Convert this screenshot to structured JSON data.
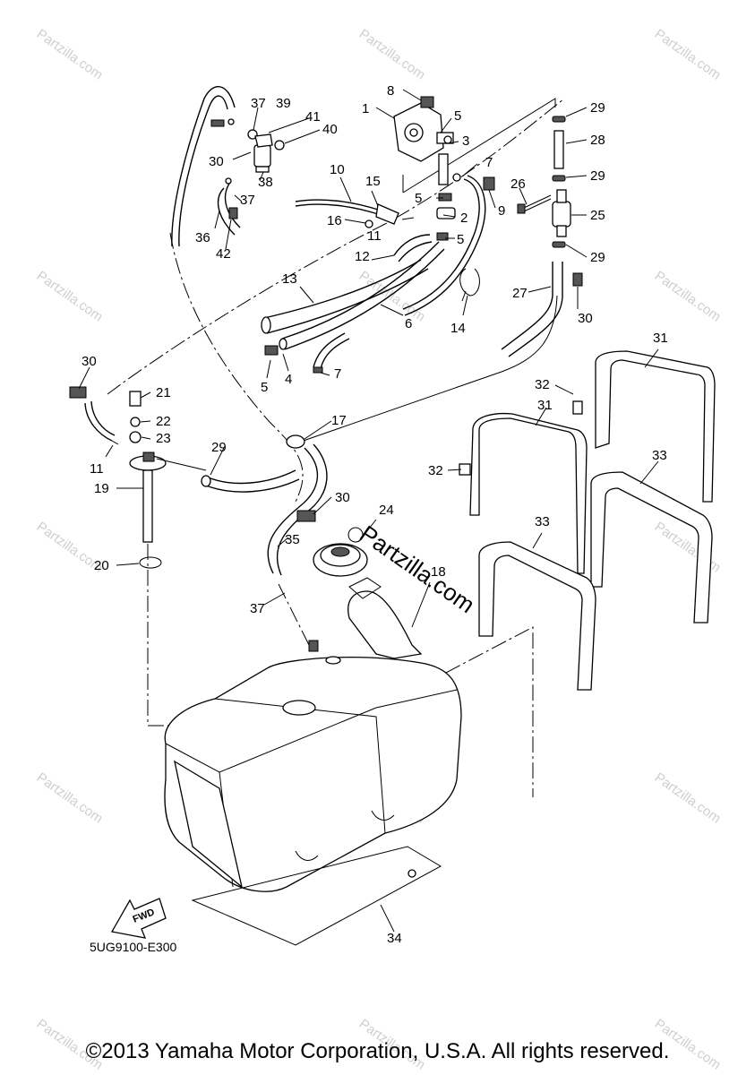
{
  "diagram": {
    "labels": [
      "1",
      "2",
      "3",
      "4",
      "5",
      "6",
      "7",
      "8",
      "9",
      "10",
      "11",
      "12",
      "13",
      "14",
      "15",
      "16",
      "17",
      "18",
      "19",
      "20",
      "21",
      "22",
      "23",
      "24",
      "25",
      "26",
      "27",
      "28",
      "29",
      "30",
      "31",
      "32",
      "33",
      "34",
      "35",
      "36",
      "37",
      "38",
      "39",
      "40",
      "41",
      "42"
    ],
    "watermark": "Partzilla.com",
    "watermark_big": "Partzilla.com",
    "drawing_code": "5UG9100-E300",
    "fwd_label": "FWD"
  },
  "footer": {
    "copyright": "©2013 Yamaha Motor Corporation, U.S.A. All rights reserved."
  }
}
